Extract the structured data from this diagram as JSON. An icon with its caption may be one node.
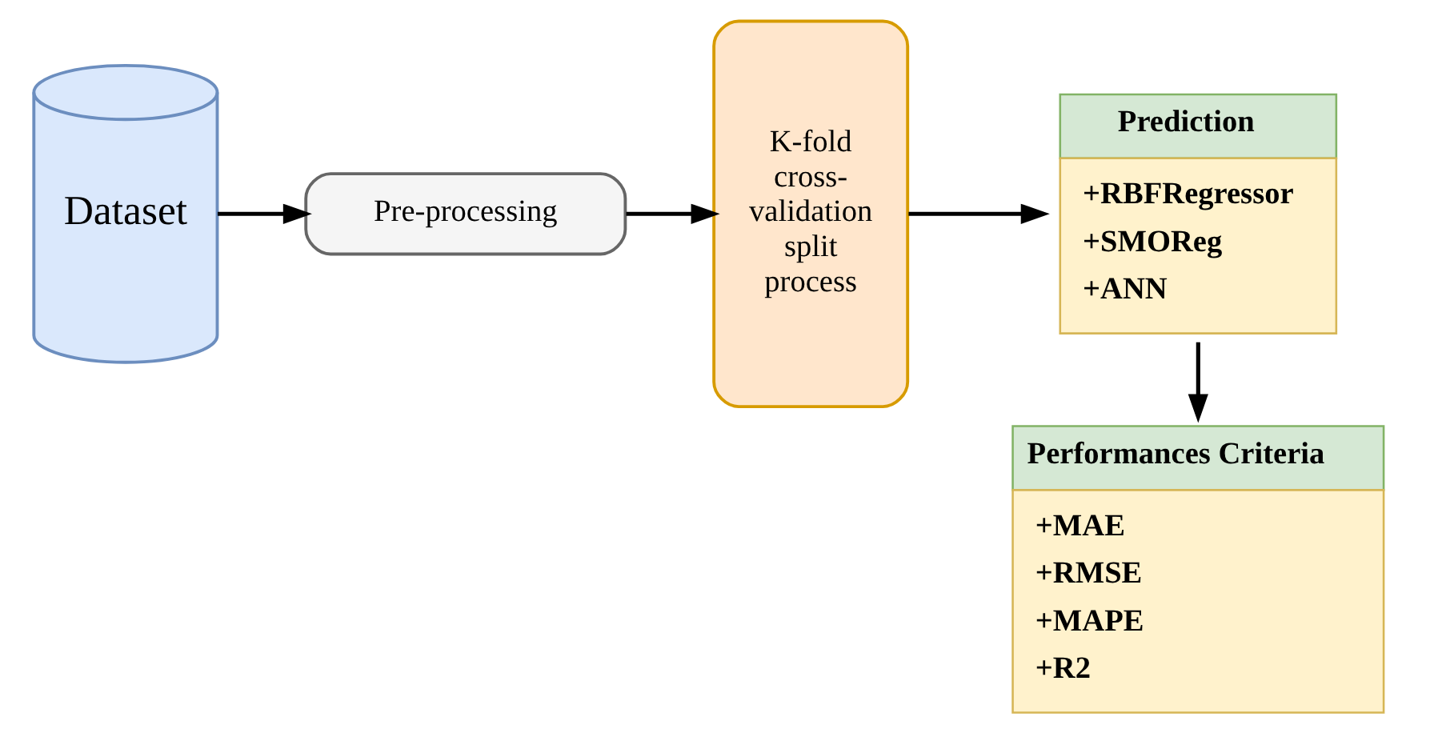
{
  "diagram": {
    "nodes": [
      {
        "text": [
          "Dataset"
        ]
      },
      {
        "text": [
          "Pre-processing"
        ]
      },
      {
        "text": [
          "K-fold cross-validation split process"
        ]
      },
      {
        "text": [
          "Prediction",
          "+RBFRegressor",
          "+SMOReg",
          "+ANN"
        ]
      },
      {
        "text": [
          "Performances Criteria",
          "+MAE",
          "+RMSE",
          "+MAPE",
          "+R2"
        ]
      }
    ],
    "edges": [
      {
        "from": 0,
        "to": 1,
        "arrow": "to"
      },
      {
        "from": 1,
        "to": 2,
        "arrow": "to"
      },
      {
        "from": 2,
        "to": 3,
        "arrow": "to"
      },
      {
        "from": 3,
        "to": 4,
        "arrow": "to"
      }
    ]
  }
}
